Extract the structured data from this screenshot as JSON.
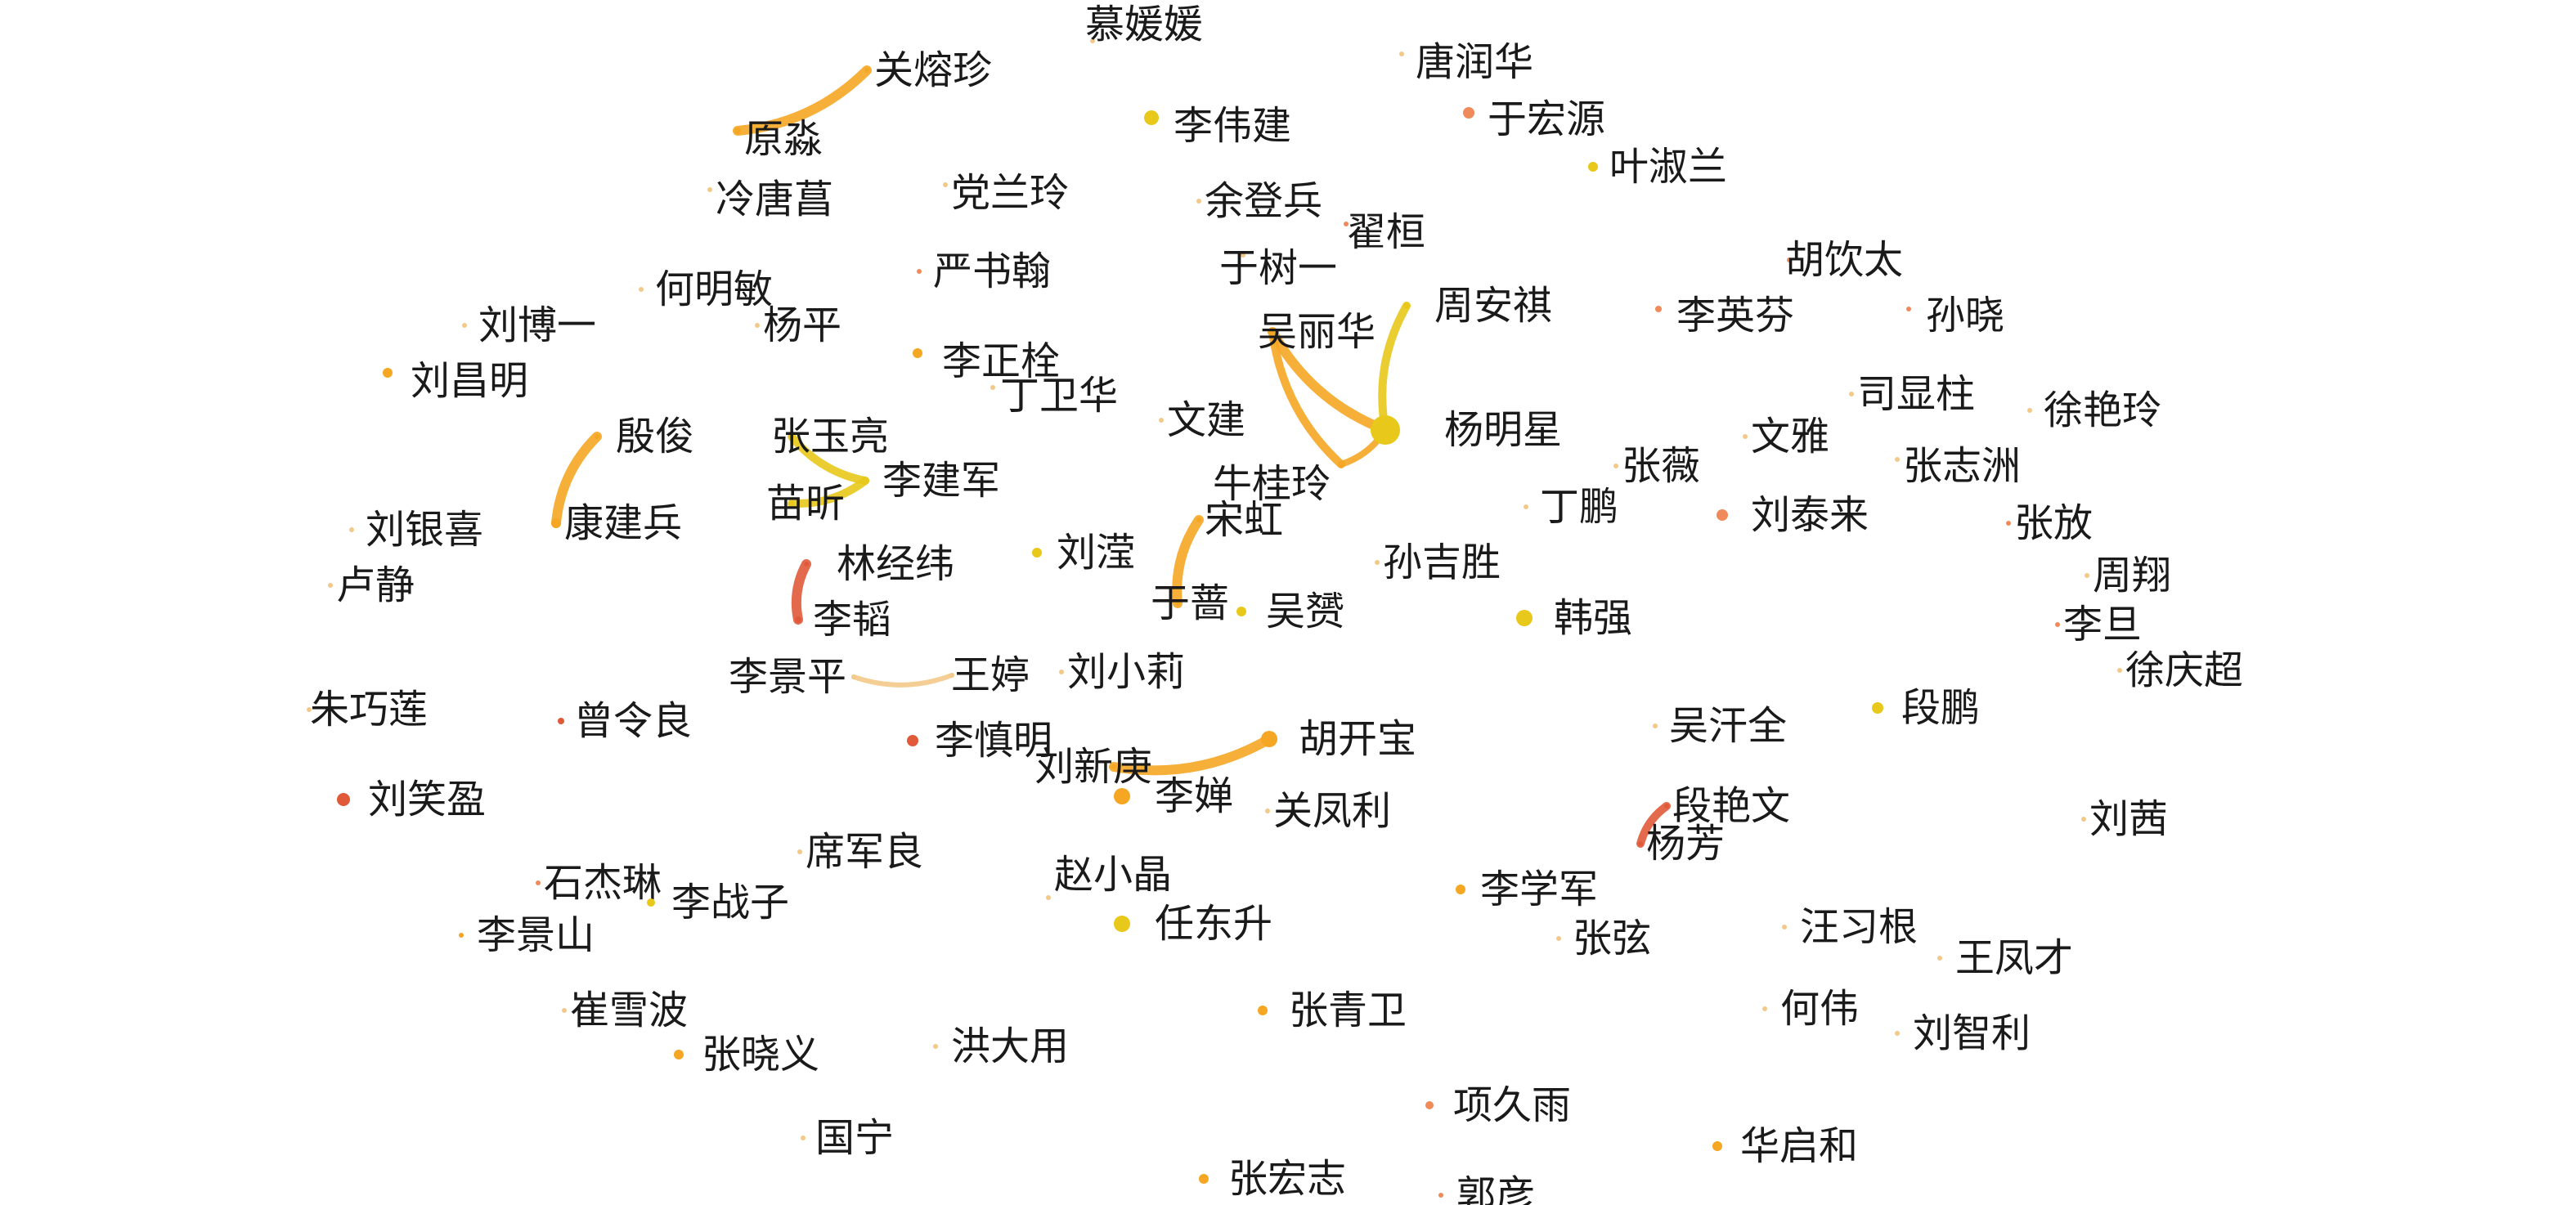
{
  "nodes": [
    {
      "id": "n1",
      "label": "慕媛媛",
      "color": "#f3c98a",
      "size": 3
    },
    {
      "id": "n2",
      "label": "唐润华",
      "color": "#f3c98a",
      "size": 3
    },
    {
      "id": "n3",
      "label": "关熔珍",
      "color": "#f5a623",
      "size": 3
    },
    {
      "id": "n4",
      "label": "原淼",
      "color": "#f5a623",
      "size": 4
    },
    {
      "id": "n5",
      "label": "李伟建",
      "color": "#e8c81a",
      "size": 9
    },
    {
      "id": "n6",
      "label": "于宏源",
      "color": "#f08a5a",
      "size": 7
    },
    {
      "id": "n7",
      "label": "叶淑兰",
      "color": "#e8c81a",
      "size": 6
    },
    {
      "id": "n8",
      "label": "冷唐菖",
      "color": "#f3c98a",
      "size": 3
    },
    {
      "id": "n9",
      "label": "党兰玲",
      "color": "#f3c98a",
      "size": 3
    },
    {
      "id": "n10",
      "label": "余登兵",
      "color": "#f3c98a",
      "size": 3
    },
    {
      "id": "n11",
      "label": "翟桓",
      "color": "#f08a5a",
      "size": 3
    },
    {
      "id": "n12",
      "label": "于树一",
      "color": "#f3c98a",
      "size": 3
    },
    {
      "id": "n13",
      "label": "胡饮太",
      "color": "#f08a5a",
      "size": 3
    },
    {
      "id": "n14",
      "label": "何明敏",
      "color": "#f3c98a",
      "size": 3
    },
    {
      "id": "n15",
      "label": "严书翰",
      "color": "#f08a5a",
      "size": 3
    },
    {
      "id": "n16",
      "label": "刘博一",
      "color": "#f3c98a",
      "size": 3
    },
    {
      "id": "n17",
      "label": "杨平",
      "color": "#f3c98a",
      "size": 3
    },
    {
      "id": "n18",
      "label": "周安祺",
      "color": "#e8c81a",
      "size": 4
    },
    {
      "id": "n19",
      "label": "李英芬",
      "color": "#f08a5a",
      "size": 4
    },
    {
      "id": "n20",
      "label": "孙晓",
      "color": "#f08a5a",
      "size": 3
    },
    {
      "id": "n21",
      "label": "吴丽华",
      "color": "#f5a623",
      "size": 4
    },
    {
      "id": "n22",
      "label": "刘昌明",
      "color": "#f5a623",
      "size": 6
    },
    {
      "id": "n23",
      "label": "李正栓",
      "color": "#f5a623",
      "size": 6
    },
    {
      "id": "n24",
      "label": "丁卫华",
      "color": "#f3c98a",
      "size": 3
    },
    {
      "id": "n25",
      "label": "司显柱",
      "color": "#f3c98a",
      "size": 3
    },
    {
      "id": "n26",
      "label": "徐艳玲",
      "color": "#f3c98a",
      "size": 3
    },
    {
      "id": "n27",
      "label": "文建",
      "color": "#f3c98a",
      "size": 3
    },
    {
      "id": "n28",
      "label": "杨明星",
      "color": "#e8c81a",
      "size": 18
    },
    {
      "id": "n29",
      "label": "殷俊",
      "color": "#f5a623",
      "size": 3
    },
    {
      "id": "n30",
      "label": "张玉亮",
      "color": "#e8c81a",
      "size": 3
    },
    {
      "id": "n31",
      "label": "文雅",
      "color": "#f3c98a",
      "size": 3
    },
    {
      "id": "n32",
      "label": "张薇",
      "color": "#f3c98a",
      "size": 3
    },
    {
      "id": "n33",
      "label": "张志洲",
      "color": "#f3c98a",
      "size": 3
    },
    {
      "id": "n34",
      "label": "牛桂玲",
      "color": "#f5a623",
      "size": 3
    },
    {
      "id": "n35",
      "label": "李建军",
      "color": "#e8c81a",
      "size": 3
    },
    {
      "id": "n36",
      "label": "苗昕",
      "color": "#e8c81a",
      "size": 3
    },
    {
      "id": "n37",
      "label": "丁鹏",
      "color": "#f3c98a",
      "size": 3
    },
    {
      "id": "n38",
      "label": "刘银喜",
      "color": "#f3c98a",
      "size": 3
    },
    {
      "id": "n39",
      "label": "康建兵",
      "color": "#f5a623",
      "size": 6
    },
    {
      "id": "n40",
      "label": "宋虹",
      "color": "#f5a623",
      "size": 3
    },
    {
      "id": "n41",
      "label": "刘泰来",
      "color": "#f08a5a",
      "size": 7
    },
    {
      "id": "n42",
      "label": "张放",
      "color": "#f08a5a",
      "size": 3
    },
    {
      "id": "n43",
      "label": "林经纬",
      "color": "#e05a3a",
      "size": 3
    },
    {
      "id": "n44",
      "label": "刘滢",
      "color": "#e8c81a",
      "size": 6
    },
    {
      "id": "n45",
      "label": "孙吉胜",
      "color": "#f3c98a",
      "size": 3
    },
    {
      "id": "n46",
      "label": "周翔",
      "color": "#f3c98a",
      "size": 3
    },
    {
      "id": "n47",
      "label": "卢静",
      "color": "#f3c98a",
      "size": 3
    },
    {
      "id": "n48",
      "label": "于蔷",
      "color": "#f5a623",
      "size": 3
    },
    {
      "id": "n49",
      "label": "吴赟",
      "color": "#e8c81a",
      "size": 6
    },
    {
      "id": "n50",
      "label": "韩强",
      "color": "#e8c81a",
      "size": 10
    },
    {
      "id": "n51",
      "label": "李韬",
      "color": "#e05a3a",
      "size": 4
    },
    {
      "id": "n52",
      "label": "李旦",
      "color": "#f08a5a",
      "size": 3
    },
    {
      "id": "n53",
      "label": "徐庆超",
      "color": "#f3c98a",
      "size": 3
    },
    {
      "id": "n54",
      "label": "李景平",
      "color": "#f3c98a",
      "size": 3
    },
    {
      "id": "n55",
      "label": "王婷",
      "color": "#f3c98a",
      "size": 3
    },
    {
      "id": "n56",
      "label": "刘小莉",
      "color": "#f3c98a",
      "size": 3
    },
    {
      "id": "n57",
      "label": "朱巧莲",
      "color": "#f3c98a",
      "size": 3
    },
    {
      "id": "n58",
      "label": "段鹏",
      "color": "#e8c81a",
      "size": 7
    },
    {
      "id": "n59",
      "label": "曾令良",
      "color": "#e05a3a",
      "size": 4
    },
    {
      "id": "n60",
      "label": "李慎明",
      "color": "#e05a3a",
      "size": 7
    },
    {
      "id": "n61",
      "label": "胡开宝",
      "color": "#f5a623",
      "size": 10
    },
    {
      "id": "n62",
      "label": "吴汗全",
      "color": "#f3c98a",
      "size": 3
    },
    {
      "id": "n63",
      "label": "刘新庚",
      "color": "#f5a623",
      "size": 3
    },
    {
      "id": "n64",
      "label": "段艳文",
      "color": "#e05a3a",
      "size": 3
    },
    {
      "id": "n65",
      "label": "刘笑盈",
      "color": "#e05a3a",
      "size": 8
    },
    {
      "id": "n66",
      "label": "李婵",
      "color": "#f5a623",
      "size": 10
    },
    {
      "id": "n67",
      "label": "关凤利",
      "color": "#f3c98a",
      "size": 3
    },
    {
      "id": "n68",
      "label": "刘茜",
      "color": "#f3c98a",
      "size": 3
    },
    {
      "id": "n69",
      "label": "席军良",
      "color": "#f3c98a",
      "size": 3
    },
    {
      "id": "n70",
      "label": "杨芳",
      "color": "#e05a3a",
      "size": 3
    },
    {
      "id": "n71",
      "label": "石杰琳",
      "color": "#f08a5a",
      "size": 3
    },
    {
      "id": "n72",
      "label": "赵小晶",
      "color": "#f3c98a",
      "size": 3
    },
    {
      "id": "n73",
      "label": "李学军",
      "color": "#f5a623",
      "size": 6
    },
    {
      "id": "n74",
      "label": "李战子",
      "color": "#e8c81a",
      "size": 5
    },
    {
      "id": "n75",
      "label": "李景山",
      "color": "#f5a623",
      "size": 3
    },
    {
      "id": "n76",
      "label": "任东升",
      "color": "#e8c81a",
      "size": 10
    },
    {
      "id": "n77",
      "label": "张弦",
      "color": "#f3c98a",
      "size": 3
    },
    {
      "id": "n78",
      "label": "汪习根",
      "color": "#f3c98a",
      "size": 3
    },
    {
      "id": "n79",
      "label": "王凤才",
      "color": "#f3c98a",
      "size": 3
    },
    {
      "id": "n80",
      "label": "崔雪波",
      "color": "#f3c98a",
      "size": 3
    },
    {
      "id": "n81",
      "label": "张青卫",
      "color": "#f5a623",
      "size": 6
    },
    {
      "id": "n82",
      "label": "张晓义",
      "color": "#f5a623",
      "size": 6
    },
    {
      "id": "n83",
      "label": "洪大用",
      "color": "#f3c98a",
      "size": 3
    },
    {
      "id": "n84",
      "label": "何伟",
      "color": "#f3c98a",
      "size": 3
    },
    {
      "id": "n85",
      "label": "刘智利",
      "color": "#f3c98a",
      "size": 3
    },
    {
      "id": "n86",
      "label": "项久雨",
      "color": "#f08a5a",
      "size": 5
    },
    {
      "id": "n87",
      "label": "国宁",
      "color": "#f3c98a",
      "size": 3
    },
    {
      "id": "n88",
      "label": "华启和",
      "color": "#f5a623",
      "size": 6
    },
    {
      "id": "n89",
      "label": "张宏志",
      "color": "#f5a623",
      "size": 6
    },
    {
      "id": "n90",
      "label": "郭彦",
      "color": "#f08a5a",
      "size": 3
    }
  ],
  "edges": [
    {
      "source": "n4",
      "target": "n3",
      "color": "#f5a623",
      "width": 12
    },
    {
      "source": "n21",
      "target": "n28",
      "color": "#f5a623",
      "width": 12
    },
    {
      "source": "n21",
      "target": "n34",
      "color": "#f5a623",
      "width": 10
    },
    {
      "source": "n18",
      "target": "n28",
      "color": "#e8c81a",
      "width": 10
    },
    {
      "source": "n34",
      "target": "n28",
      "color": "#f5a623",
      "width": 8
    },
    {
      "source": "n29",
      "target": "n39",
      "color": "#f5a623",
      "width": 12
    },
    {
      "source": "n30",
      "target": "n35",
      "color": "#e8c81a",
      "width": 10
    },
    {
      "source": "n36",
      "target": "n35",
      "color": "#e8c81a",
      "width": 10
    },
    {
      "source": "n43",
      "target": "n51",
      "color": "#e05a3a",
      "width": 12
    },
    {
      "source": "n40",
      "target": "n48",
      "color": "#f5a623",
      "width": 12
    },
    {
      "source": "n54",
      "target": "n55",
      "color": "#f3c98a",
      "width": 6
    },
    {
      "source": "n63",
      "target": "n61",
      "color": "#f5a623",
      "width": 12
    },
    {
      "source": "n64",
      "target": "n70",
      "color": "#e05a3a",
      "width": 10
    }
  ]
}
